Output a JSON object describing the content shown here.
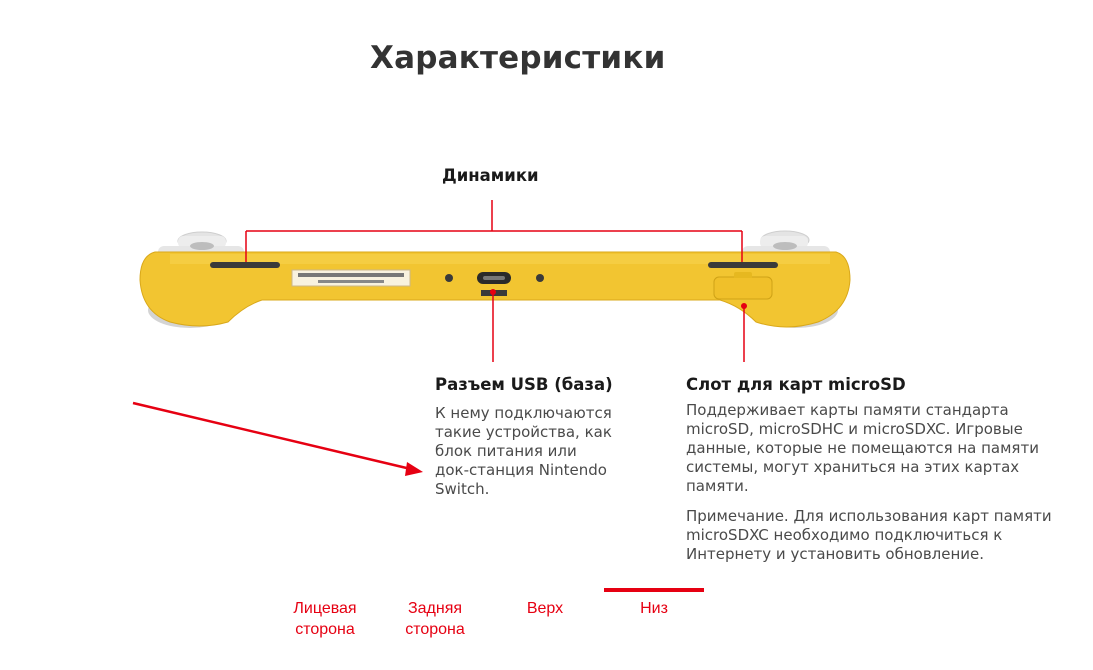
{
  "page": {
    "title": "Характеристики"
  },
  "callouts": {
    "speakers": {
      "title": "Динамики"
    },
    "usb": {
      "title": "Разъем USB (база)",
      "body": [
        "К нему подключаются",
        "такие устройства, как",
        "блок питания или",
        "док-станция Nintendo",
        "Switch."
      ]
    },
    "microsd": {
      "title": "Слот для карт microSD",
      "body": [
        "Поддерживает карты памяти стандарта",
        "microSD, microSDHC и microSDXC. Игровые",
        "данные, которые не помещаются на памяти",
        "системы, могут храниться на этих картах",
        "памяти."
      ],
      "note": [
        "Примечание. Для использования карт памяти",
        "microSDXC необходимо подключиться к",
        "Интернету и установить обновление."
      ]
    }
  },
  "tabs": [
    {
      "label_line1": "Лицевая",
      "label_line2": "сторона",
      "active": false
    },
    {
      "label_line1": "Задняя",
      "label_line2": "сторона",
      "active": false
    },
    {
      "label_line1": "Верх",
      "label_line2": "",
      "active": false
    },
    {
      "label_line1": "Низ",
      "label_line2": "",
      "active": true
    }
  ],
  "colors": {
    "accent": "#e60012",
    "device_body": "#f2c531",
    "device_shadow": "#d9a81a",
    "callout_line": "#e60012"
  }
}
